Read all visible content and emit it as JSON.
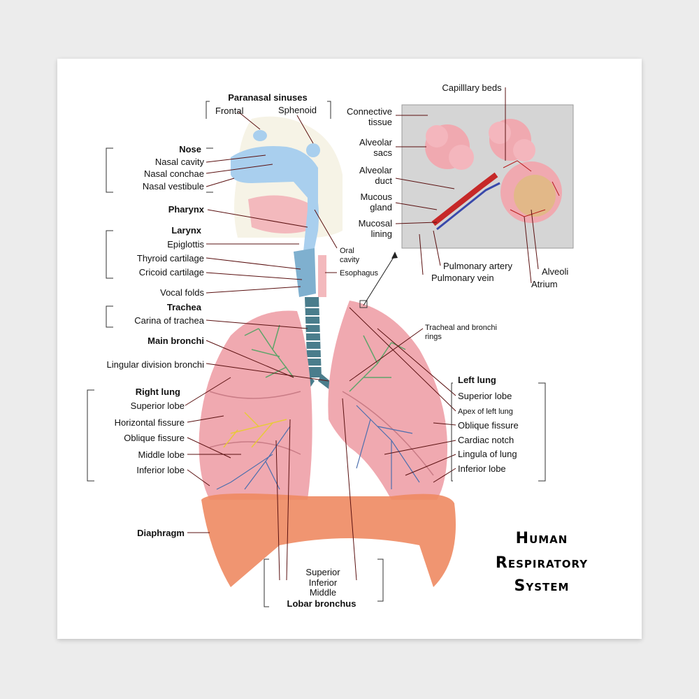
{
  "title": {
    "line1": "Human",
    "line2": "Respiratory",
    "line3": "System"
  },
  "head": {
    "paranasal": "Paranasal sinuses",
    "frontal": "Frontal",
    "sphenoid": "Sphenoid",
    "nose": "Nose",
    "nasal_cavity": "Nasal cavity",
    "nasal_conchae": "Nasal conchae",
    "nasal_vestibule": "Nasal vestibule",
    "pharynx": "Pharynx",
    "larynx": "Larynx",
    "epiglottis": "Epiglottis",
    "thyroid": "Thyroid cartilage",
    "cricoid": "Cricoid cartilage",
    "vocal_folds": "Vocal folds",
    "trachea": "Trachea",
    "carina": "Carina of trachea",
    "main_bronchi": "Main bronchi",
    "lingular": "Lingular division bronchi",
    "oral1": "Oral",
    "oral2": "cavity",
    "esophagus": "Esophagus"
  },
  "right_lung": {
    "title": "Right lung",
    "superior": "Superior lobe",
    "horizontal": "Horizontal fissure",
    "oblique": "Oblique fissure",
    "middle": "Middle lobe",
    "inferior": "Inferior lobe"
  },
  "diaphragm": "Diaphragm",
  "lobar": {
    "superior": "Superior",
    "inferior": "Inferior",
    "middle": "Middle",
    "title": "Lobar bronchus",
    "superior_color": "#1e6b1e",
    "inferior_color": "#1a237e",
    "middle_color": "#b8860b"
  },
  "left_lung": {
    "title": "Left lung",
    "superior": "Superior lobe",
    "apex": "Apex of left lung",
    "oblique": "Oblique fissure",
    "cardiac": "Cardiac notch",
    "lingula": "Lingula of lung",
    "inferior": "Inferior lobe"
  },
  "rings": {
    "line1": "Tracheal and bronchi",
    "line2": "rings"
  },
  "alveoli_inset": {
    "capillary": "Capilllary beds",
    "connective1": "Connective",
    "connective2": "tissue",
    "alv_sacs1": "Alveolar",
    "alv_sacs2": "sacs",
    "alv_duct1": "Alveolar",
    "alv_duct2": "duct",
    "mucous1": "Mucous",
    "mucous2": "gland",
    "mucosal1": "Mucosal",
    "mucosal2": "lining",
    "pulm_artery": "Pulmonary artery",
    "pulm_vein": "Pulmonary vein",
    "alveoli": "Alveoli",
    "atrium": "Atrium"
  },
  "colors": {
    "lung": "#f0a9b0",
    "diaphragm": "#ee8a62",
    "trachea": "#4a7d8c",
    "nasal": "#a9cfee",
    "bronchi_green": "#5fa46a",
    "bronchi_blue": "#4d6fae",
    "middle_yellow": "#e8c93a"
  }
}
